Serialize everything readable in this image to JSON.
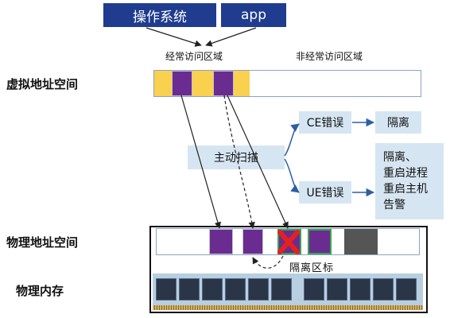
{
  "top_boxes": [
    "操作系统",
    "app"
  ],
  "regions": {
    "frequent": "经常访问区域",
    "infrequent": "非经常访问区域"
  },
  "row_labels": {
    "virtual": "虚拟地址空间",
    "physical": "物理地址空间",
    "memory": "物理内存"
  },
  "action": "主动扫描",
  "errors": {
    "ce": "CE错误",
    "ue": "UE错误"
  },
  "results": {
    "ce": [
      "隔离"
    ],
    "ue": [
      "隔离、",
      "重启进程",
      "重启主机",
      "告警"
    ]
  },
  "isolation_note": "隔离区标",
  "colors": {
    "navy": "#1f3c8f",
    "yellow": "#f9d14f",
    "purple": "#6a2c91",
    "grey": "#555555",
    "light_blue": "#d6e5f2",
    "error_red": "#e52020",
    "accent_blue": "#2e5fa3"
  },
  "virtual_cells": [
    "yellow",
    "purple",
    "yellow",
    "purple",
    "yellow"
  ],
  "physical_cells": [
    "empty",
    "purple",
    "purple",
    "error",
    "purple",
    "grey"
  ]
}
